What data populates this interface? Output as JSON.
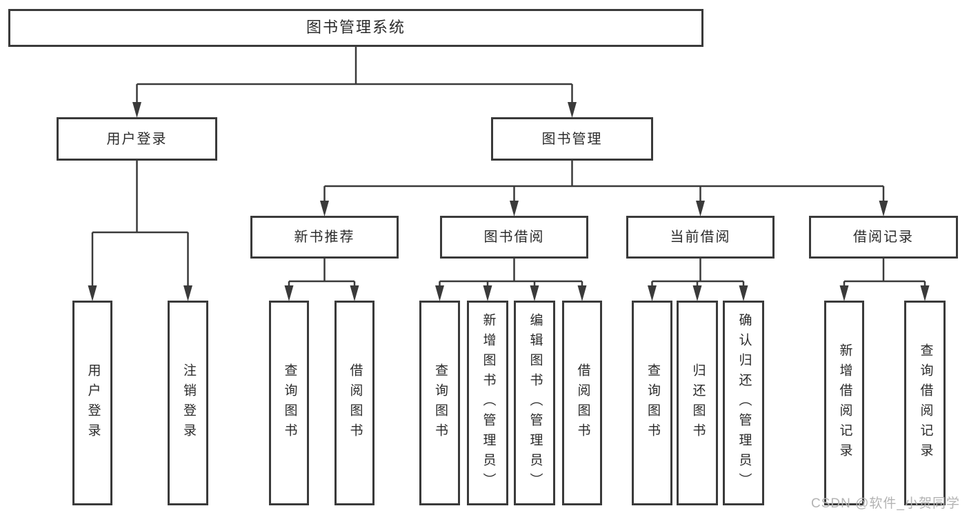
{
  "diagram": {
    "title": "图书管理系统",
    "nodes": [
      {
        "id": "root",
        "label": "图书管理系统"
      },
      {
        "id": "login",
        "label": "用户登录"
      },
      {
        "id": "bookmgmt",
        "label": "图书管理"
      },
      {
        "id": "newrec",
        "label": "新书推荐"
      },
      {
        "id": "borrow",
        "label": "图书借阅"
      },
      {
        "id": "current",
        "label": "当前借阅"
      },
      {
        "id": "records",
        "label": "借阅记录"
      },
      {
        "id": "login-login",
        "label": "用户登录"
      },
      {
        "id": "login-logout",
        "label": "注销登录"
      },
      {
        "id": "newrec-query",
        "label": "查询图书"
      },
      {
        "id": "newrec-borrow",
        "label": "借阅图书"
      },
      {
        "id": "borrow-query",
        "label": "查询图书"
      },
      {
        "id": "borrow-add",
        "label": "新增图书（管理员）"
      },
      {
        "id": "borrow-edit",
        "label": "编辑图书（管理员）"
      },
      {
        "id": "borrow-lend",
        "label": "借阅图书"
      },
      {
        "id": "current-query",
        "label": "查询图书"
      },
      {
        "id": "current-return",
        "label": "归还图书"
      },
      {
        "id": "current-confirm",
        "label": "确认归还（管理员）"
      },
      {
        "id": "records-add",
        "label": "新增借阅记录"
      },
      {
        "id": "records-query",
        "label": "查询借阅记录"
      }
    ],
    "edges": [
      {
        "from": "root",
        "to": [
          "login",
          "bookmgmt"
        ]
      },
      {
        "from": "login",
        "to": [
          "login-login",
          "login-logout"
        ]
      },
      {
        "from": "bookmgmt",
        "to": [
          "newrec",
          "borrow",
          "current",
          "records"
        ]
      },
      {
        "from": "newrec",
        "to": [
          "newrec-query",
          "newrec-borrow"
        ]
      },
      {
        "from": "borrow",
        "to": [
          "borrow-query",
          "borrow-add",
          "borrow-edit",
          "borrow-lend"
        ]
      },
      {
        "from": "current",
        "to": [
          "current-query",
          "current-return",
          "current-confirm"
        ]
      },
      {
        "from": "records",
        "to": [
          "records-add",
          "records-query"
        ]
      }
    ],
    "colors": {
      "line": "#3a3a3a",
      "text": "#2b2b2b",
      "box_background": "#ffffff",
      "watermark": "#b3b3b3",
      "background": "#ffffff"
    },
    "watermark": "CSDN @软件_小贺同学"
  }
}
